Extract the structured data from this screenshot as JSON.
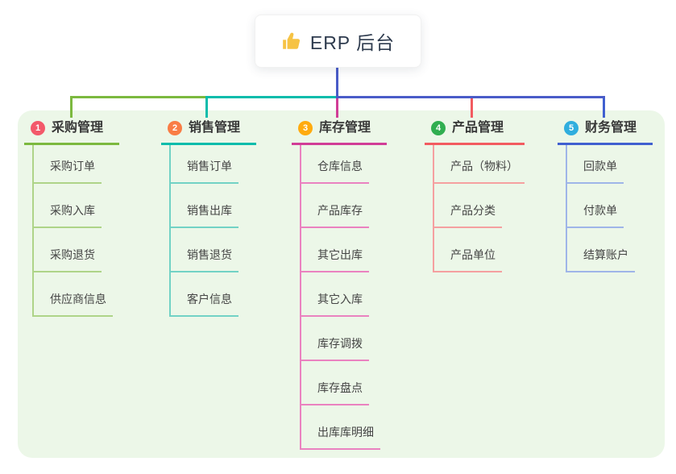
{
  "root": {
    "label": "ERP 后台",
    "icon": "thumbs-up-icon",
    "icon_color": "#f6c344"
  },
  "colors": {
    "page_background": "#ffffff",
    "panel_background": "#ecf7e8",
    "stem_blue": "#4a5cc8",
    "bus_green": "#7cb93f",
    "bus_teal": "#0abcab",
    "bus_blue": "#4a5cc8",
    "text_dark": "#2e3b4e"
  },
  "branches": [
    {
      "index": "1",
      "label": "采购管理",
      "badge_color": "#f3596a",
      "line_color": "#7cb93f",
      "child_line_color": "#aed488",
      "children": [
        "采购订单",
        "采购入库",
        "采购退货",
        "供应商信息"
      ]
    },
    {
      "index": "2",
      "label": "销售管理",
      "badge_color": "#f97d45",
      "line_color": "#0abcab",
      "child_line_color": "#72d2c5",
      "children": [
        "销售订单",
        "销售出库",
        "销售退货",
        "客户信息"
      ]
    },
    {
      "index": "3",
      "label": "库存管理",
      "badge_color": "#ffab0f",
      "line_color": "#d13d97",
      "child_line_color": "#ea82c0",
      "children": [
        "仓库信息",
        "产品库存",
        "其它出库",
        "其它入库",
        "库存调拨",
        "库存盘点",
        "出库库明细"
      ]
    },
    {
      "index": "4",
      "label": "产品管理",
      "badge_color": "#30ae50",
      "line_color": "#f25b60",
      "child_line_color": "#f5a0a0",
      "children": [
        "产品（物料）",
        "产品分类",
        "产品单位"
      ]
    },
    {
      "index": "5",
      "label": "财务管理",
      "badge_color": "#30aede",
      "line_color": "#4060d0",
      "child_line_color": "#9fb5e8",
      "children": [
        "回款单",
        "付款单",
        "结算账户"
      ]
    }
  ]
}
